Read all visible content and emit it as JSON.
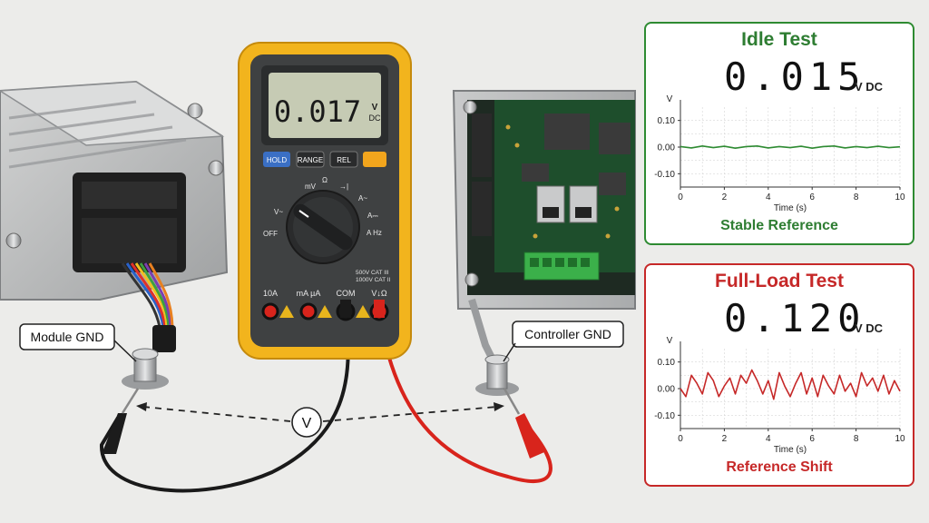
{
  "meter": {
    "display_value": "0.017",
    "display_unit_top": "V",
    "display_unit_bottom": "DC",
    "buttons": [
      "HOLD",
      "RANGE",
      "REL"
    ],
    "dial_labels": {
      "mv": "mV",
      "ohm": "Ω",
      "diode": "→|",
      "vac": "V~",
      "off": "OFF",
      "a_ac": "A~",
      "a_dc": "A⎓",
      "a_hz": "A Hz"
    },
    "cat_rating_1": "500V CAT III",
    "cat_rating_2": "1000V CAT II",
    "jacks": [
      "10A",
      "mA µA",
      "COM",
      "V↓Ω"
    ]
  },
  "labels": {
    "module_gnd": "Module GND",
    "controller_gnd": "Controller GND",
    "voltage_symbol": "V"
  },
  "colors": {
    "idle_accent": "#2e7d32",
    "load_accent": "#c62828",
    "meter_body": "#f2b41d",
    "lead_black": "#1a1a1a",
    "lead_red": "#d8241c"
  },
  "chart_data": [
    {
      "type": "line",
      "title": "Idle Test",
      "reading": "0.015",
      "reading_unit": "V DC",
      "caption": "Stable Reference",
      "xlabel": "Time (s)",
      "ylabel": "V",
      "xlim": [
        0,
        10
      ],
      "ylim": [
        -0.15,
        0.15
      ],
      "xticks": [
        0,
        2,
        4,
        6,
        8,
        10
      ],
      "yticks": [
        0.1,
        0.0,
        -0.1
      ],
      "ytick_labels": [
        "0.10",
        "0.00",
        "-0.10"
      ],
      "grid": true,
      "color": "#2e8b32",
      "x": [
        0,
        0.5,
        1,
        1.5,
        2,
        2.5,
        3,
        3.5,
        4,
        4.5,
        5,
        5.5,
        6,
        6.5,
        7,
        7.5,
        8,
        8.5,
        9,
        9.5,
        10
      ],
      "y": [
        0.002,
        -0.003,
        0.004,
        -0.002,
        0.003,
        -0.004,
        0.002,
        0.004,
        -0.003,
        0.002,
        -0.002,
        0.003,
        -0.004,
        0.002,
        0.004,
        -0.003,
        0.002,
        -0.002,
        0.003,
        -0.002,
        0.001
      ]
    },
    {
      "type": "line",
      "title": "Full-Load Test",
      "reading": "0.120",
      "reading_unit": "V DC",
      "caption": "Reference Shift",
      "xlabel": "Time (s)",
      "ylabel": "V",
      "xlim": [
        0,
        10
      ],
      "ylim": [
        -0.15,
        0.15
      ],
      "xticks": [
        0,
        2,
        4,
        6,
        8,
        10
      ],
      "yticks": [
        0.1,
        0.0,
        -0.1
      ],
      "ytick_labels": [
        "0.10",
        "0.00",
        "-0.10"
      ],
      "grid": true,
      "color": "#c62828",
      "x": [
        0,
        0.25,
        0.5,
        0.75,
        1,
        1.25,
        1.5,
        1.75,
        2,
        2.25,
        2.5,
        2.75,
        3,
        3.25,
        3.5,
        3.75,
        4,
        4.25,
        4.5,
        4.75,
        5,
        5.25,
        5.5,
        5.75,
        6,
        6.25,
        6.5,
        6.75,
        7,
        7.25,
        7.5,
        7.75,
        8,
        8.25,
        8.5,
        8.75,
        9,
        9.25,
        9.5,
        9.75,
        10
      ],
      "y": [
        0.0,
        -0.03,
        0.05,
        0.02,
        -0.02,
        0.06,
        0.03,
        -0.03,
        0.01,
        0.04,
        -0.02,
        0.05,
        0.02,
        0.07,
        0.03,
        -0.02,
        0.03,
        -0.04,
        0.06,
        0.01,
        -0.03,
        0.02,
        0.06,
        -0.02,
        0.04,
        -0.03,
        0.05,
        0.01,
        -0.02,
        0.05,
        -0.01,
        0.02,
        -0.03,
        0.06,
        0.01,
        0.04,
        -0.01,
        0.05,
        -0.02,
        0.03,
        -0.01
      ]
    }
  ]
}
